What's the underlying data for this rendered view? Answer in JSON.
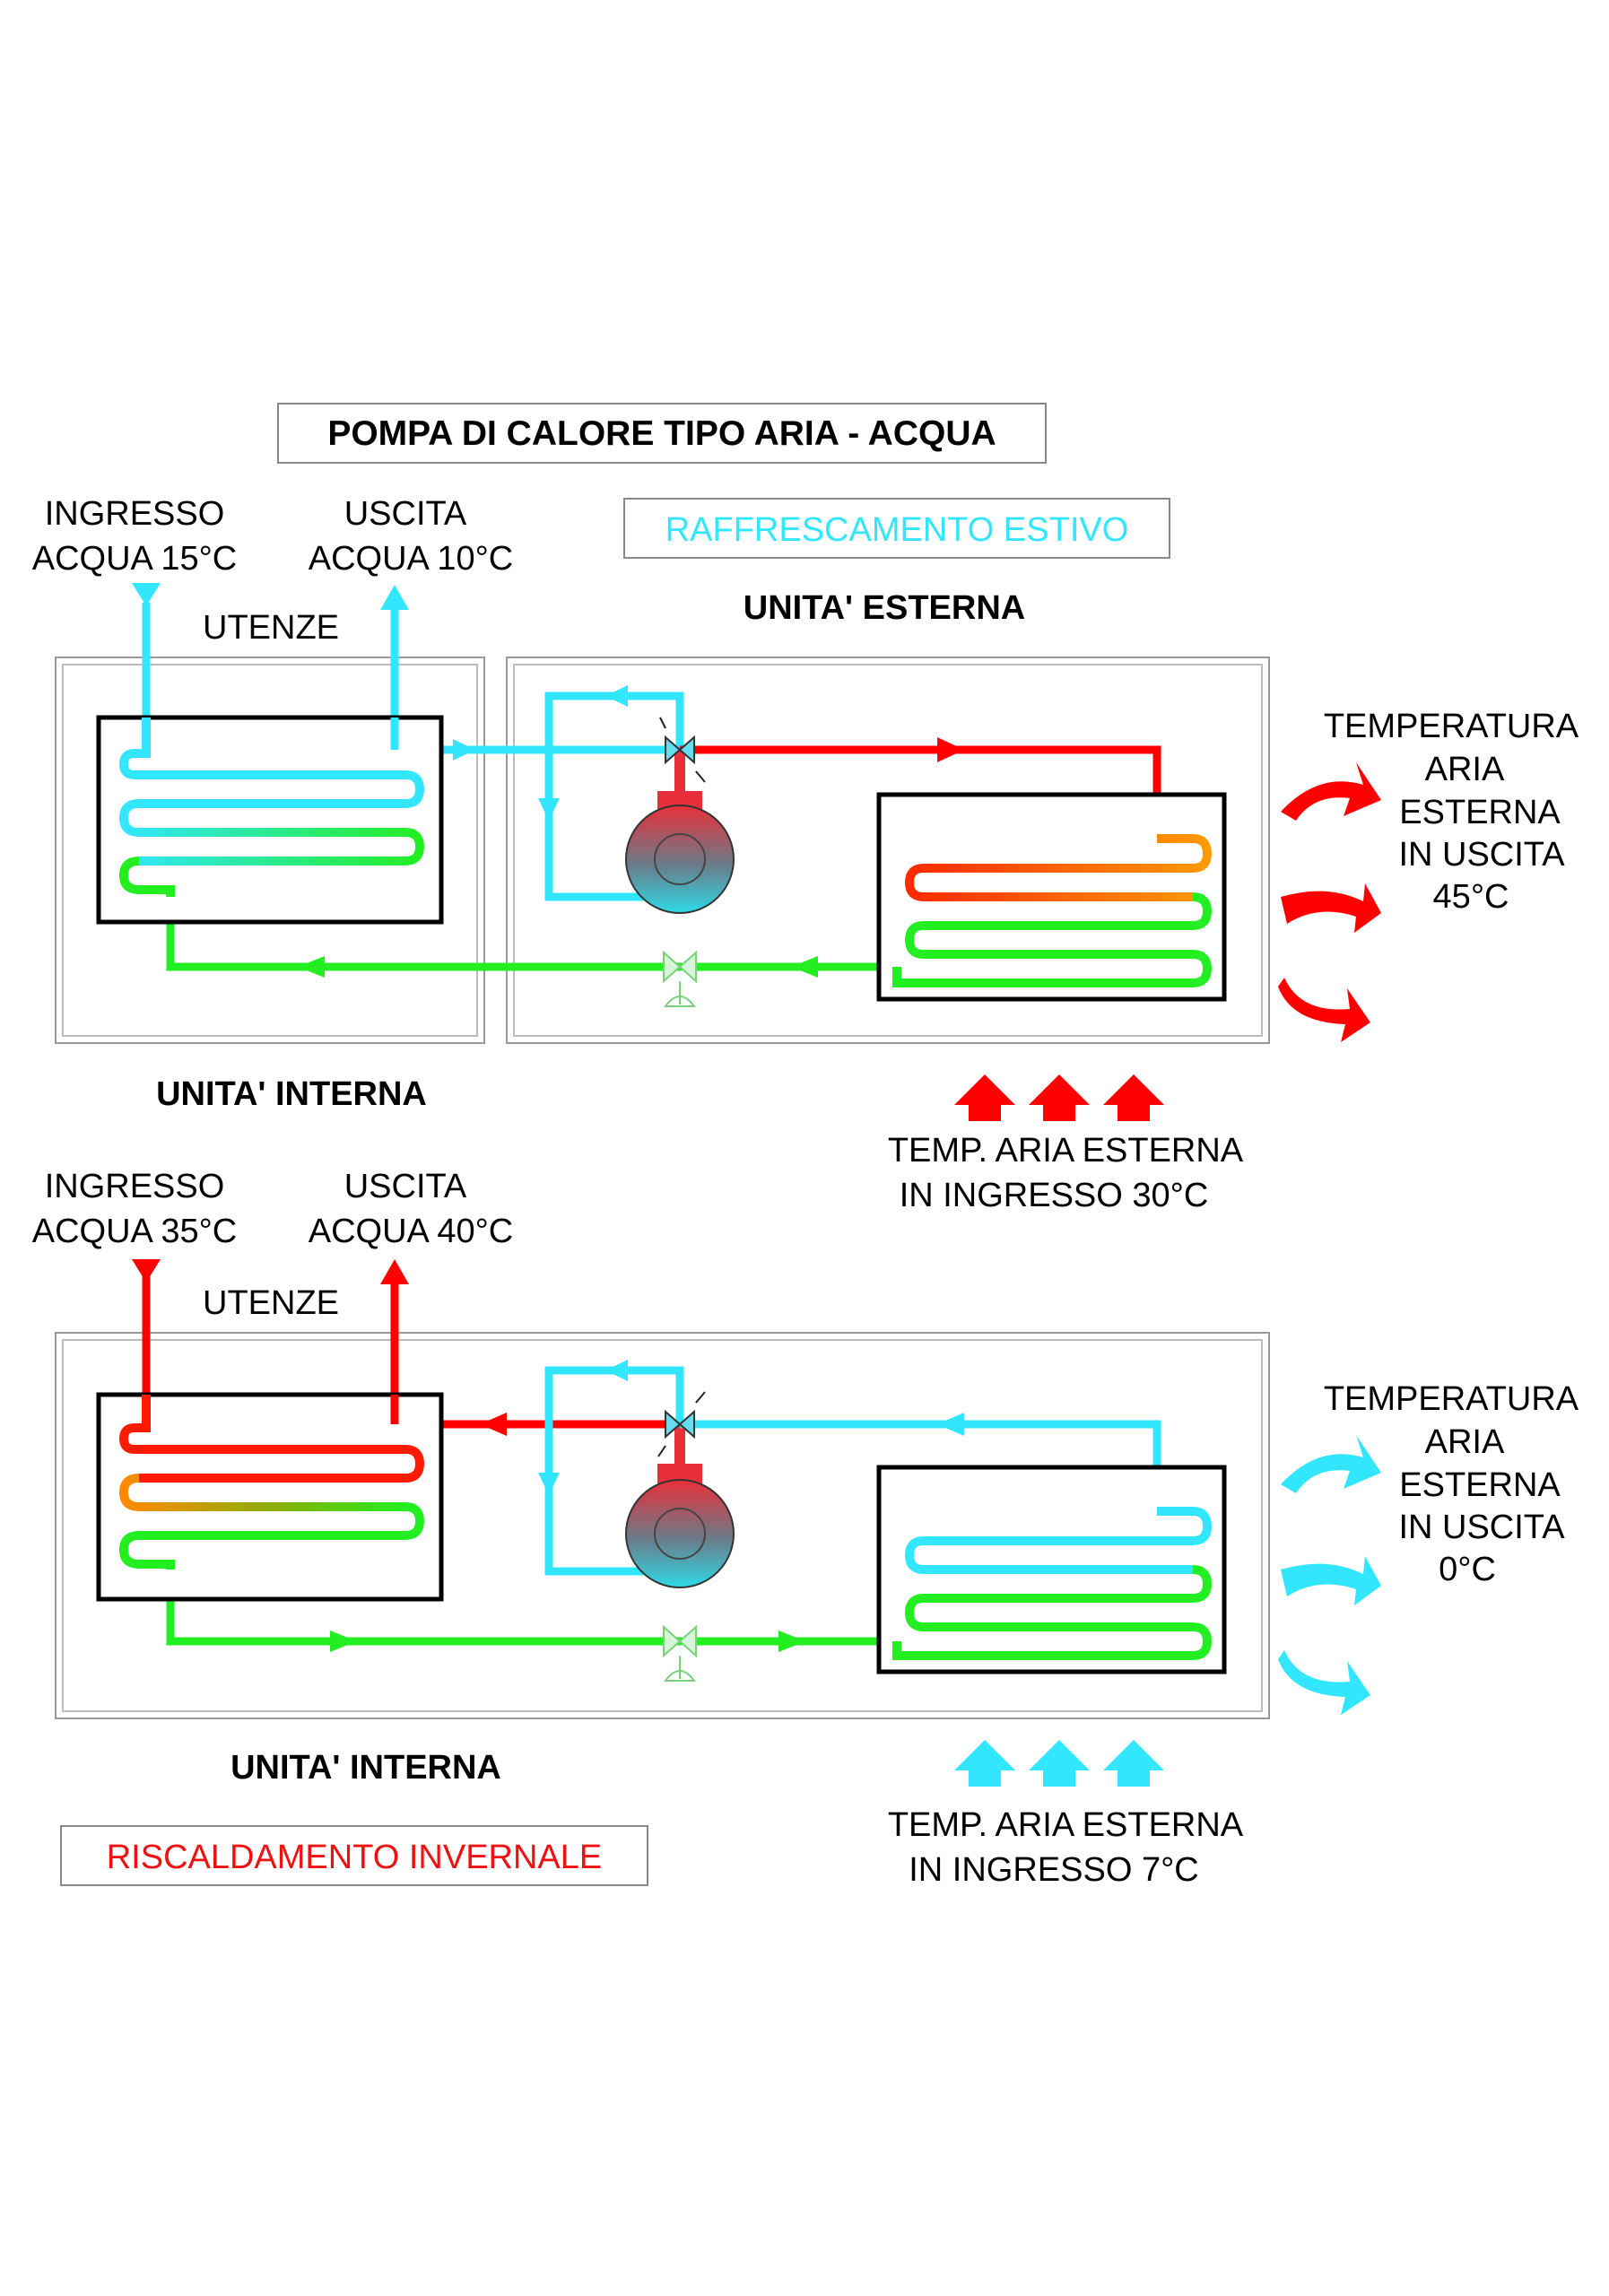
{
  "title": "POMPA DI CALORE TIPO ARIA - ACQUA",
  "summer": {
    "mode_label": "RAFFRESCAMENTO ESTIVO",
    "inlet_line1": "INGRESSO",
    "inlet_line2": "ACQUA 15°C",
    "outlet_line1": "USCITA",
    "outlet_line2": "ACQUA 10°C",
    "users_label": "UTENZE",
    "outdoor_unit_label": "UNITA' ESTERNA",
    "indoor_unit_label": "UNITA' INTERNA",
    "exhaust_air": [
      "TEMPERATURA",
      "ARIA",
      "ESTERNA",
      "IN USCITA",
      "45°C"
    ],
    "intake_air_line1": "TEMP. ARIA ESTERNA",
    "intake_air_line2": "IN INGRESSO 30°C"
  },
  "winter": {
    "mode_label": "RISCALDAMENTO INVERNALE",
    "inlet_line1": "INGRESSO",
    "inlet_line2": "ACQUA 35°C",
    "outlet_line1": "USCITA",
    "outlet_line2": "ACQUA 40°C",
    "users_label": "UTENZE",
    "indoor_unit_label": "UNITA' INTERNA",
    "exhaust_air": [
      "TEMPERATURA",
      "ARIA",
      "ESTERNA",
      "IN USCITA",
      "0°C"
    ],
    "intake_air_line1": "TEMP. ARIA ESTERNA",
    "intake_air_line2": "IN INGRESSO 7°C"
  },
  "colors": {
    "hot": "#ff0000",
    "cold": "#33e6ff",
    "liquid": "#22ee22",
    "warm": "#ff8800",
    "summer_mode": "#33e6ff",
    "winter_mode": "#ee1111"
  }
}
